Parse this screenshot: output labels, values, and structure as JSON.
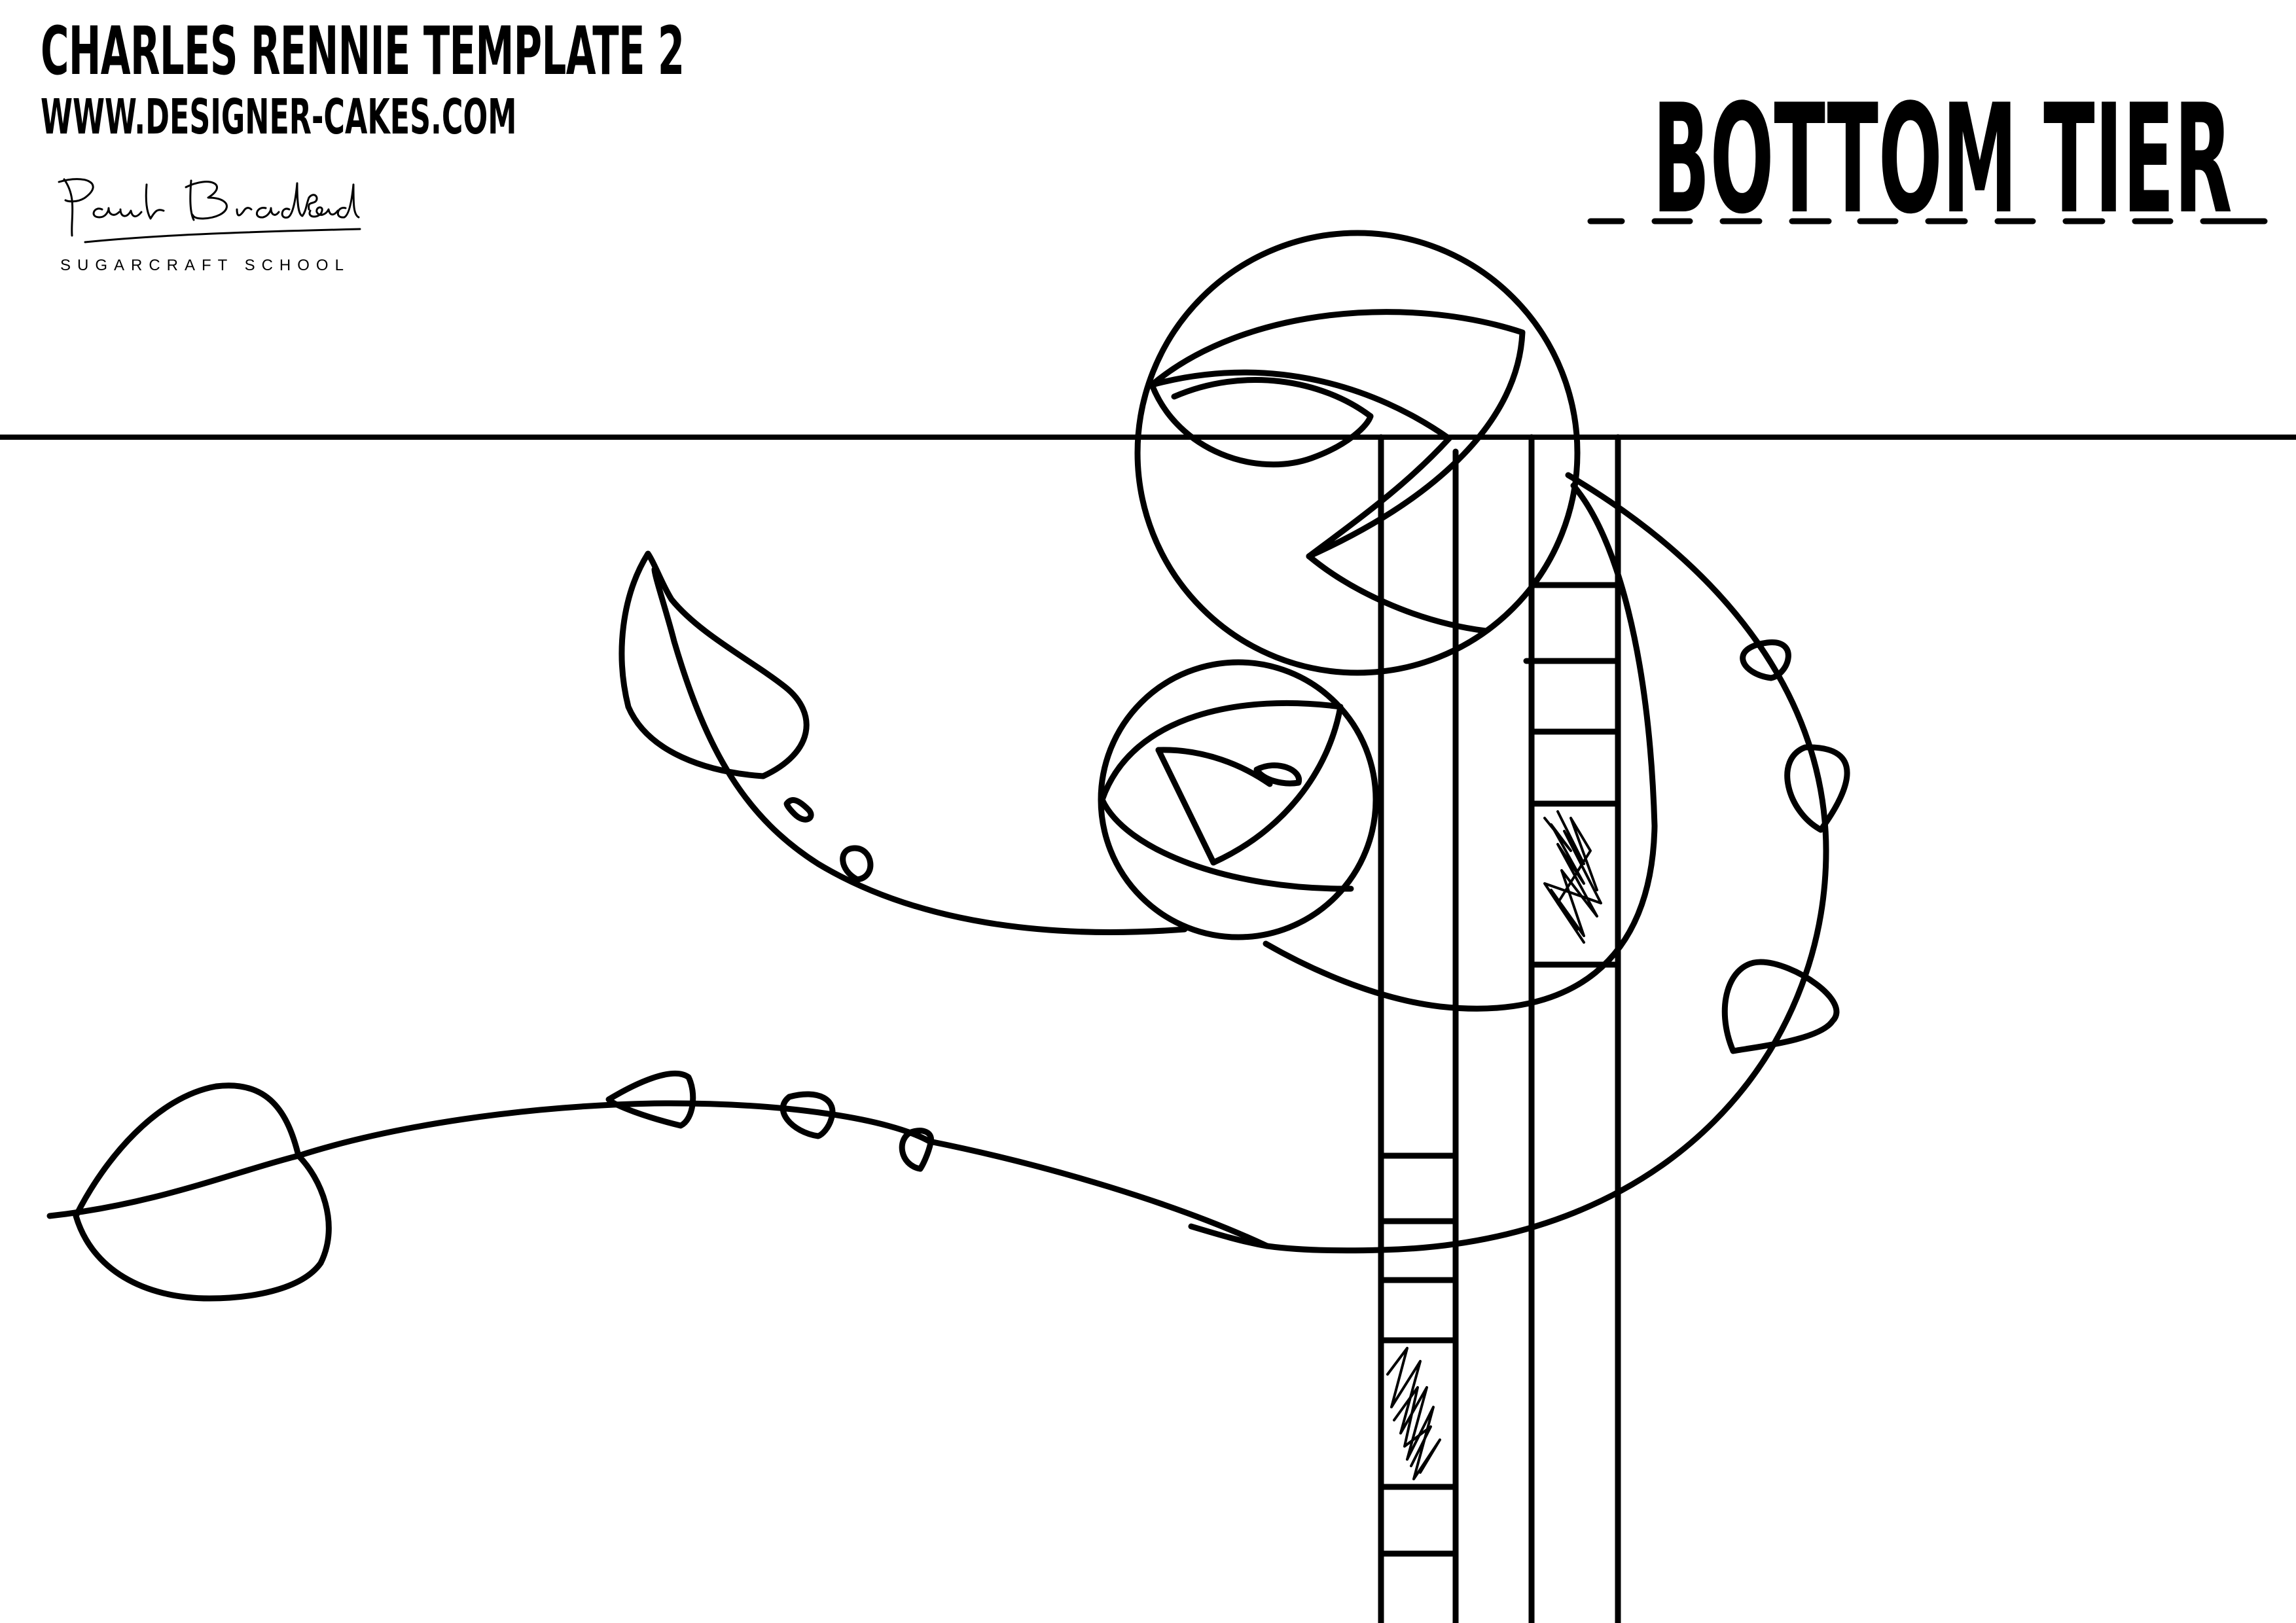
{
  "header": {
    "title": "CHARLES RENNIE TEMPLATE 2",
    "url": "WWW.DESIGNER-CAKES.COM",
    "signature_text": "Paul Bradford",
    "school": "SUGARCRAFT SCHOOL"
  },
  "tier": {
    "label": "BOTTOM TIER"
  },
  "colors": {
    "ink": "#000000",
    "paper": "#ffffff"
  }
}
